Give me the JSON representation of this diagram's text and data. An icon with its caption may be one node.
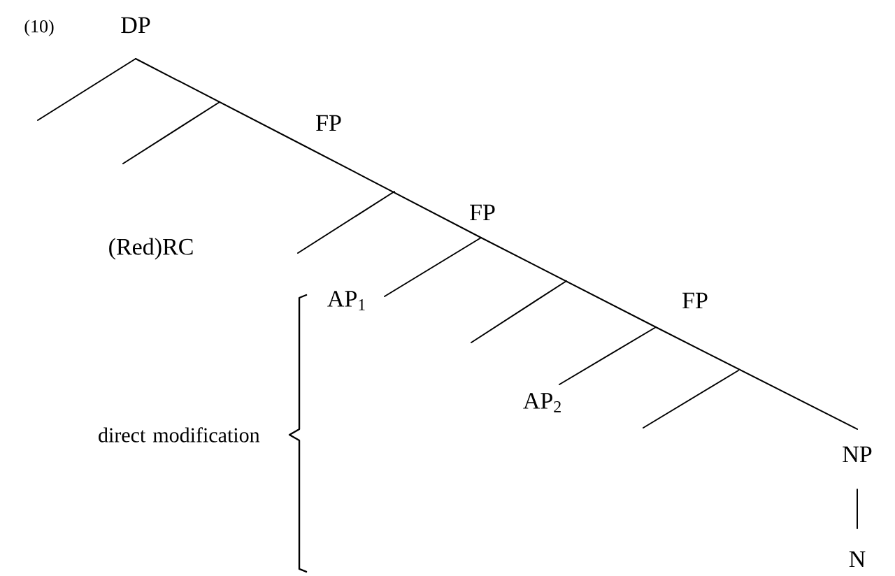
{
  "diagram": {
    "nodes": [
      {
        "text": [
          "DP"
        ]
      },
      {
        "text": [
          "FP"
        ]
      },
      {
        "text": [
          "FP"
        ]
      },
      {
        "text": [
          "FP"
        ]
      },
      {
        "text": [
          "NP"
        ]
      },
      {
        "text": [
          "N"
        ]
      },
      {
        "text": [
          "AP$_{1}$"
        ]
      },
      {
        "text": [
          "AP$_{2}$"
        ]
      }
    ],
    "edges": [
      {
        "from": 0,
        "to": 1,
        "arrow": "none"
      },
      {
        "from": 1,
        "to": 2,
        "arrow": "none"
      },
      {
        "from": 2,
        "to": 3,
        "arrow": "none"
      },
      {
        "from": 3,
        "to": 4,
        "arrow": "none"
      },
      {
        "from": 4,
        "to": 5,
        "arrow": "none"
      },
      {
        "from": 2,
        "to": 6,
        "arrow": "none"
      },
      {
        "from": 3,
        "to": 7,
        "arrow": "none"
      }
    ],
    "labels": [
      "(10)",
      "(Red)RC",
      "direct modification"
    ]
  }
}
